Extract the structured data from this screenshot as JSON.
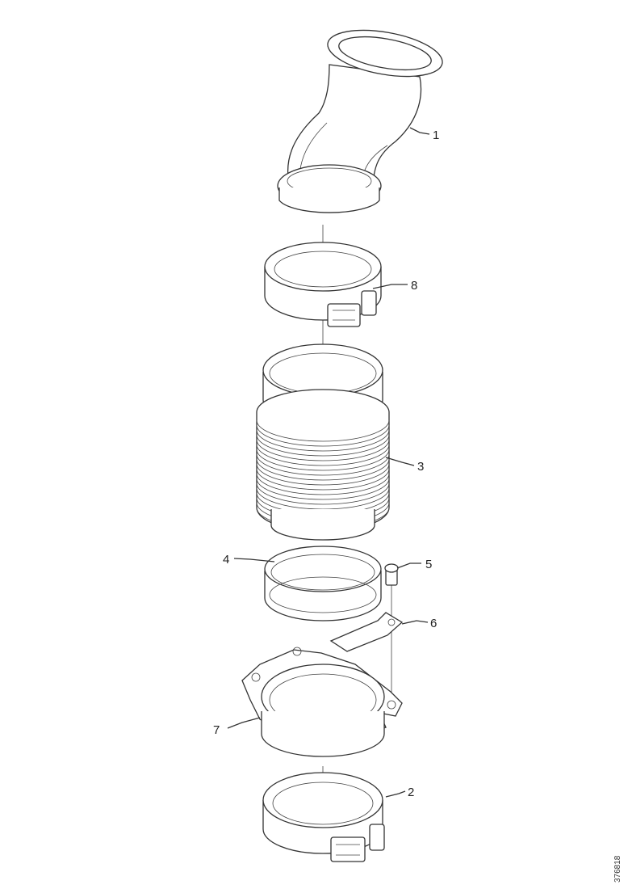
{
  "callouts": [
    {
      "id": "1",
      "text": "1"
    },
    {
      "id": "8",
      "text": "8"
    },
    {
      "id": "3",
      "text": "3"
    },
    {
      "id": "4",
      "text": "4"
    },
    {
      "id": "5",
      "text": "5"
    },
    {
      "id": "6",
      "text": "6"
    },
    {
      "id": "7",
      "text": "7"
    },
    {
      "id": "2",
      "text": "2"
    }
  ],
  "reference_code": "376818"
}
